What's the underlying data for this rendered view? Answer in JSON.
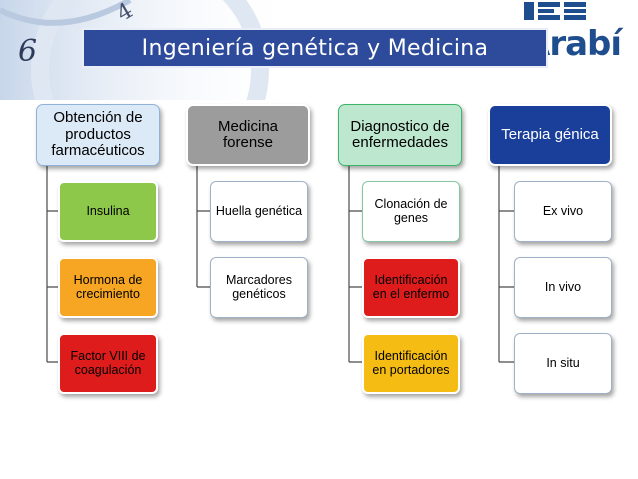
{
  "header": {
    "title": "Ingeniería genética y Medicina",
    "logo_text": "Arabí",
    "logo_mark": "IES",
    "decor_digits": [
      "6",
      "4"
    ]
  },
  "columns": [
    {
      "root": "Obtención de productos farmacéuticos",
      "children": [
        "Insulina",
        "Hormona de crecimiento",
        "Factor VIII de coagulación"
      ]
    },
    {
      "root": "Medicina forense",
      "children": [
        "Huella genética",
        "Marcadores genéticos"
      ]
    },
    {
      "root": "Diagnostico de enfermedades",
      "children": [
        "Clonación de genes",
        "Identificación en el enfermo",
        "Identificación en portadores"
      ]
    },
    {
      "root": "Terapia génica",
      "children": [
        "Ex vivo",
        "In vivo",
        "In situ"
      ]
    }
  ],
  "colors": {
    "banner": "#2e4b9b",
    "root_blue_light": "#dce9f6",
    "root_gray": "#9c9c9c",
    "root_green_light": "#bde8cf",
    "root_dark_blue": "#1a3f9a",
    "green": "#8dc84a",
    "orange": "#f6a623",
    "red": "#df1c1c",
    "yellow": "#f5bd14"
  }
}
